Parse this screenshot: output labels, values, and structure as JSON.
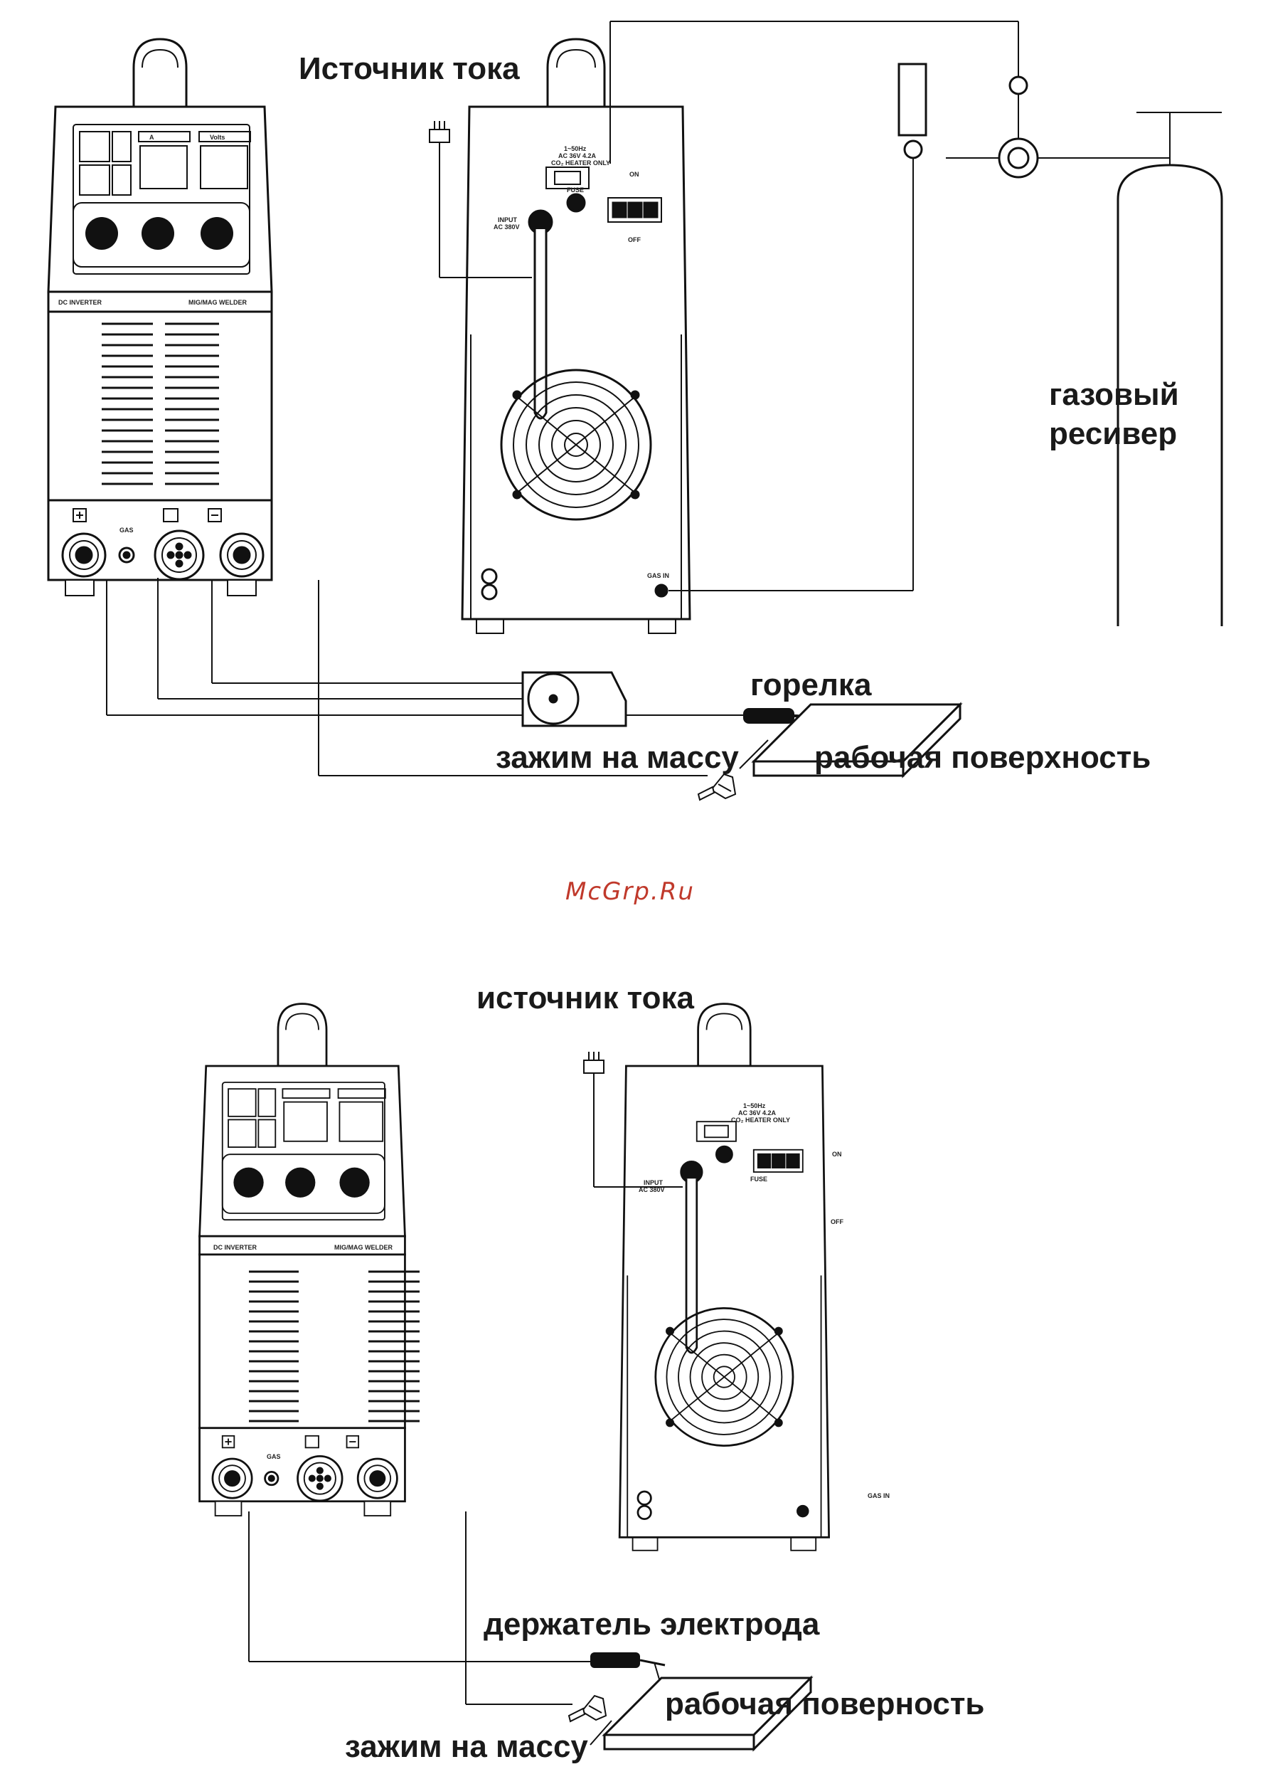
{
  "top": {
    "power_source": "Источник тока",
    "gas_receiver_line1": "газовый",
    "gas_receiver_line2": "ресивер",
    "torch": "горелка",
    "ground_clamp": "зажим на массу",
    "work_surface": "рабочая поверхность"
  },
  "watermark": "McGrp.Ru",
  "bottom": {
    "power_source": "источник тока",
    "electrode_holder": "держатель электрода",
    "work_surface": "рабочая поверность",
    "ground_clamp": "зажим на массу"
  },
  "machine_front": {
    "brand_left": "DC INVERTER",
    "brand_right": "MIG/MAG WELDER",
    "gas_label": "GAS",
    "display_a": "A",
    "display_v": "Volts"
  },
  "machine_back": {
    "heater_line1": "1~50Hz",
    "heater_line2": "AC 36V 4.2A",
    "heater_line3": "CO₂ HEATER ONLY",
    "input_line1": "INPUT",
    "input_line2": "AC 380V",
    "fuse": "FUSE",
    "on": "ON",
    "off": "OFF",
    "gas_in": "GAS IN"
  }
}
